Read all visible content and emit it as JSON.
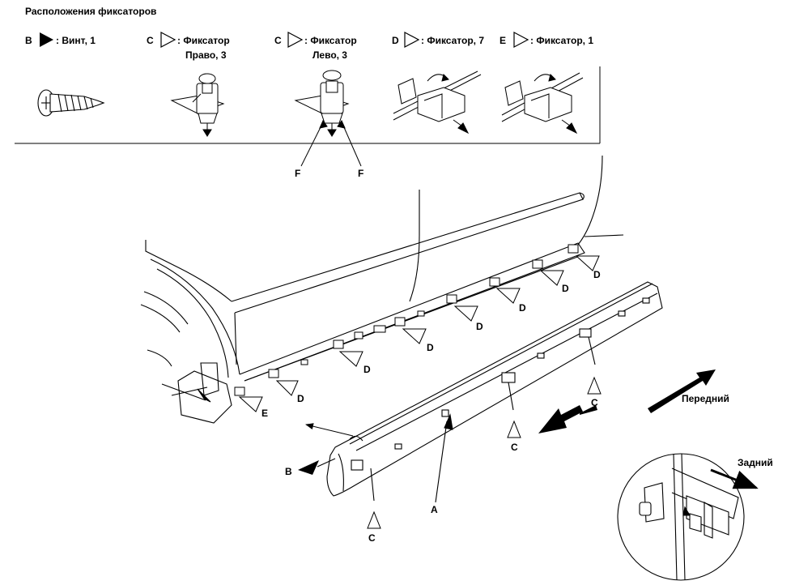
{
  "title": "Расположения фиксаторов",
  "legend": {
    "b": {
      "letter": "B",
      "text": ": Винт, 1"
    },
    "c_right": {
      "letter": "C",
      "text": ": Фиксатор",
      "text2": "Право, 3"
    },
    "c_left": {
      "letter": "C",
      "text": ": Фиксатор",
      "text2": "Лево, 3"
    },
    "d": {
      "letter": "D",
      "text": ": Фиксатор, 7",
      "extra_letter": "E",
      "text2": ": Фиксатор, 1"
    }
  },
  "callouts": {
    "f": "F",
    "d": "D",
    "e": "E",
    "c": "C",
    "b": "B",
    "a": "A"
  },
  "directions": {
    "front": "Передний",
    "rear": "Задний"
  }
}
